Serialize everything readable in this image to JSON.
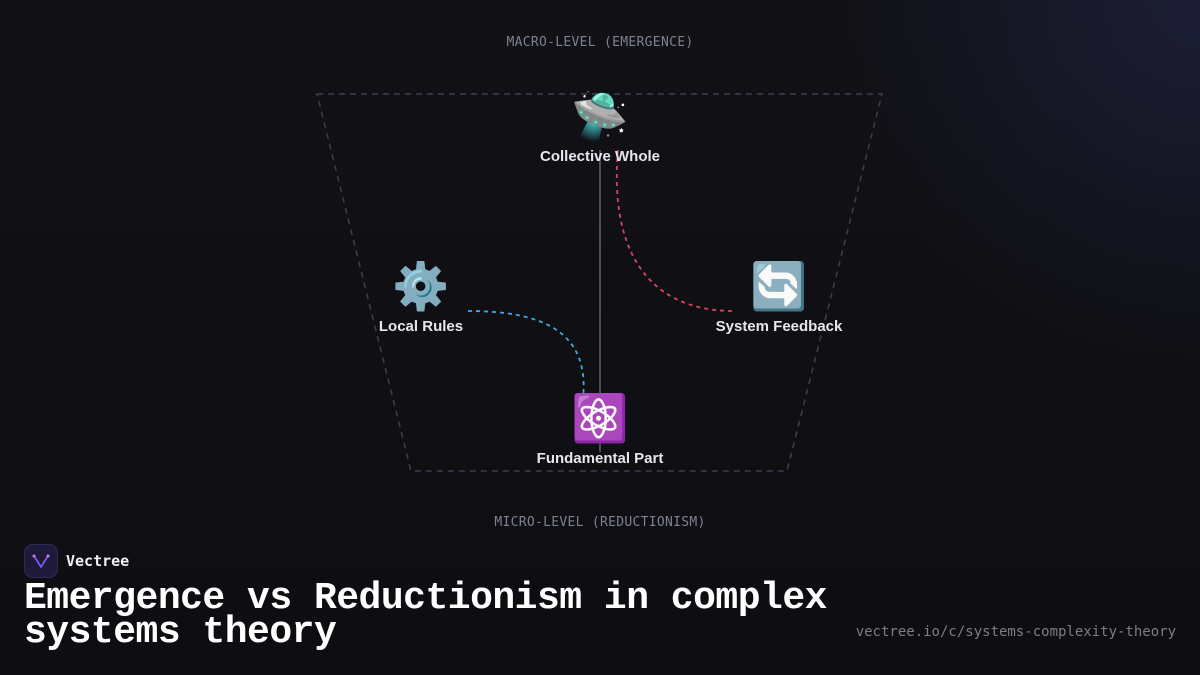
{
  "diagram": {
    "top_label": "MACRO-LEVEL (EMERGENCE)",
    "bottom_label": "MICRO-LEVEL (REDUCTIONISM)",
    "nodes": {
      "collective": {
        "emoji": "🛸",
        "label": "Collective Whole"
      },
      "rules": {
        "emoji": "⚙️",
        "label": "Local Rules"
      },
      "feedback": {
        "emoji": "🔄",
        "label": "System Feedback"
      },
      "part": {
        "emoji": "⚛️",
        "label": "Fundamental Part"
      }
    },
    "colors": {
      "frame": "#3a3f4e",
      "axis": "#5c6272",
      "feedback_curve": "#e0405e",
      "rules_curve": "#3fa9e0"
    }
  },
  "footer": {
    "brand": "Vectree",
    "title": "Emergence vs Reductionism in complex systems theory",
    "url": "vectree.io/c/systems-complexity-theory"
  }
}
